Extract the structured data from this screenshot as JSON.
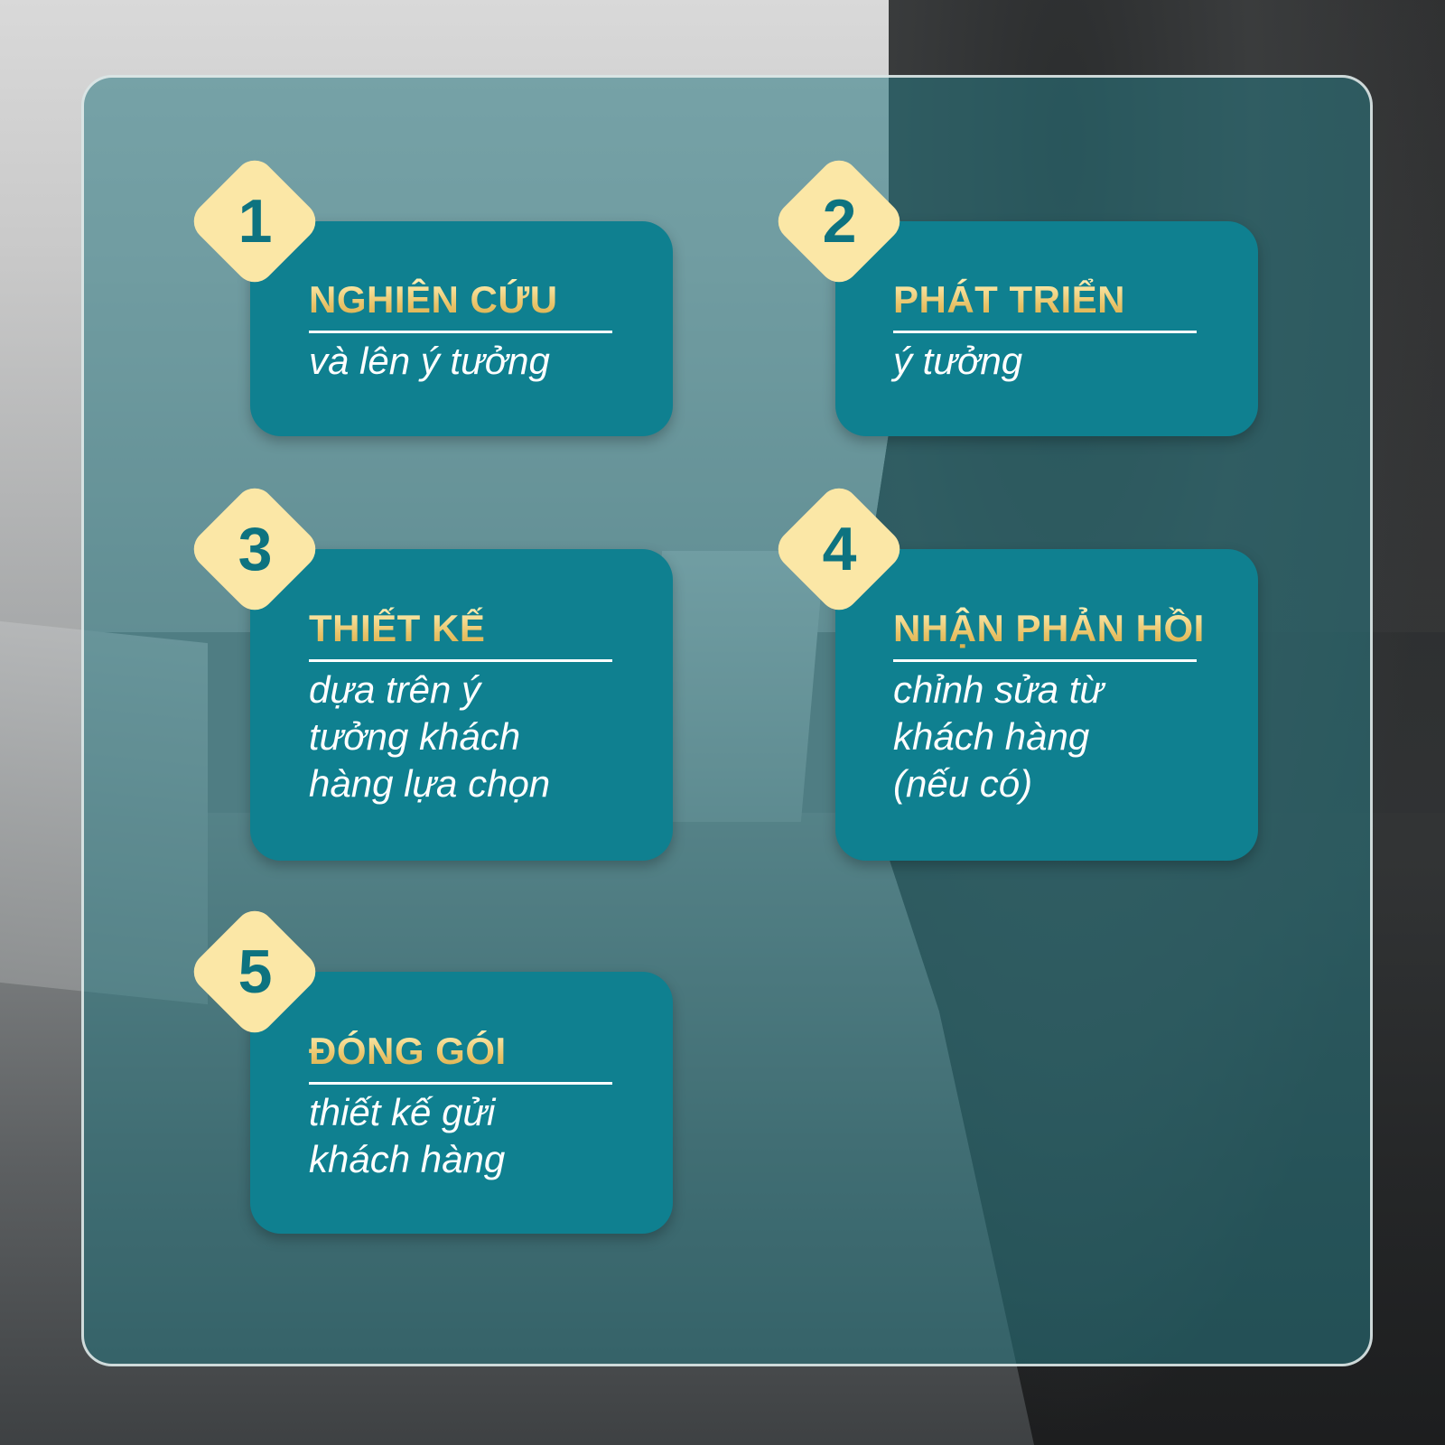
{
  "colors": {
    "card": "#0f8090",
    "diamond": "#fbe7a6",
    "number": "#0d7380",
    "title_gold": "#e9c46a",
    "subtitle": "#ffffff",
    "panel_overlay": "#28787f"
  },
  "steps": [
    {
      "number": "1",
      "title": "NGHIÊN CỨU",
      "lines": [
        "và lên ý tưởng"
      ]
    },
    {
      "number": "2",
      "title": "PHÁT TRIỂN",
      "lines": [
        "ý tưởng"
      ]
    },
    {
      "number": "3",
      "title": "THIẾT KẾ",
      "lines": [
        "dựa trên ý",
        "tưởng khách",
        "hàng lựa chọn"
      ]
    },
    {
      "number": "4",
      "title": "NHẬN PHẢN HỒI",
      "lines": [
        "chỉnh sửa từ",
        "khách hàng",
        "(nếu có)"
      ]
    },
    {
      "number": "5",
      "title": "ĐÓNG GÓI",
      "lines": [
        "thiết kế gửi",
        "khách hàng"
      ]
    }
  ]
}
